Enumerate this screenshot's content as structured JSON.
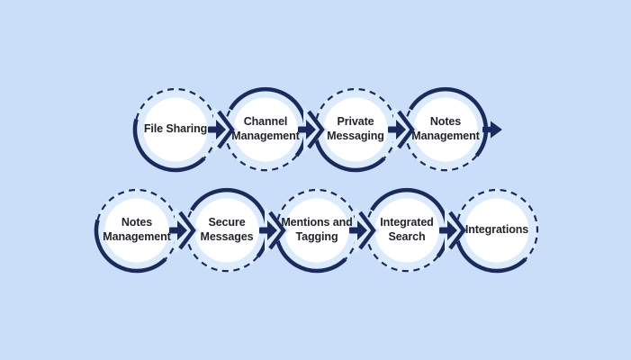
{
  "diagram": {
    "type": "process-flow",
    "rows": [
      {
        "steps": [
          {
            "label": "File Sharing"
          },
          {
            "label": "Channel Management"
          },
          {
            "label": "Private Messaging"
          },
          {
            "label": "Notes Management"
          }
        ],
        "trailing_arrow": true
      },
      {
        "steps": [
          {
            "label": "Notes Management"
          },
          {
            "label": "Secure Messages"
          },
          {
            "label": "Mentions and Tagging"
          },
          {
            "label": "Integrated Search"
          },
          {
            "label": "Integrations"
          }
        ],
        "trailing_arrow": false
      }
    ]
  },
  "icons": {
    "chevron_arrow": "chevron-arrow-icon",
    "arrow_right": "arrow-right-icon"
  },
  "colors": {
    "background": "#cadef9",
    "ring": "#dceafd",
    "node_fill": "#ffffff",
    "accent_navy": "#1a2a5c",
    "text": "#1f2228"
  }
}
